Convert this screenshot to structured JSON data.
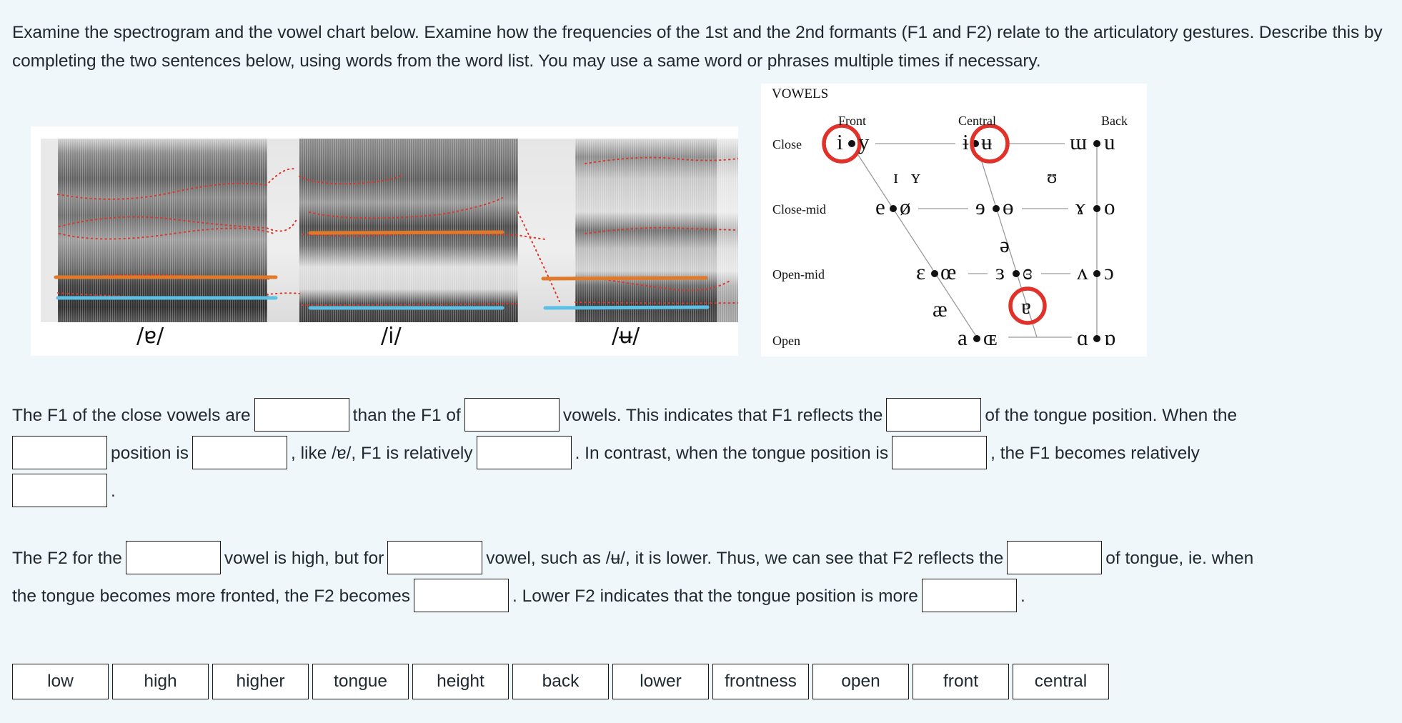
{
  "instructions": "Examine the spectrogram and the vowel chart below. Examine how the frequencies of the 1st and the 2nd formants (F1 and F2) relate to the articulatory gestures. Describe this by completing the two sentences below, using words from the word list. You may use a same word or phrases multiple times if necessary.",
  "spectrogram": {
    "labels": [
      "/ɐ/",
      "/i/",
      "/ʉ/"
    ],
    "colors": {
      "f1_line": "#5bc0e3",
      "f2_line": "#e07a2a",
      "formant_dots": "#d93a2e"
    }
  },
  "vowel_chart": {
    "title": "VOWELS",
    "columns": [
      "Front",
      "Central",
      "Back"
    ],
    "rows": [
      "Close",
      "Close-mid",
      "Open-mid",
      "Open"
    ],
    "highlight_color": "#e0322a",
    "highlighted": [
      "i",
      "ʉ",
      "ɐ"
    ],
    "symbols": {
      "close": [
        "i",
        "y",
        "ɨ",
        "ʉ",
        "ɯ",
        "u"
      ],
      "near_close": [
        "ɪ",
        "ʏ",
        "ʊ"
      ],
      "close_mid": [
        "e",
        "ø",
        "ɘ",
        "ɵ",
        "ɤ",
        "o"
      ],
      "mid": [
        "ə"
      ],
      "open_mid": [
        "ɛ",
        "œ",
        "ɜ",
        "ɞ",
        "ʌ",
        "ɔ"
      ],
      "near_open": [
        "æ",
        "ɐ"
      ],
      "open": [
        "a",
        "ɶ",
        "ɑ",
        "ɒ"
      ]
    }
  },
  "sentence1": {
    "parts": [
      "The F1 of the close vowels are",
      "than the F1 of",
      "vowels. This indicates that F1 reflects the",
      "of the tongue position. When the",
      "position is",
      ", like /ɐ/, F1 is relatively",
      ". In contrast, when the tongue position is",
      ", the F1 becomes relatively",
      "."
    ]
  },
  "sentence2": {
    "parts": [
      "The F2 for the",
      "vowel is high, but for",
      "vowel, such as /ʉ/, it is lower. Thus, we can see that F2 reflects the",
      "of tongue, ie. when",
      "the tongue becomes more fronted, the F2 becomes",
      ". Lower F2 indicates that the tongue position is more",
      "."
    ]
  },
  "word_bank": [
    "low",
    "high",
    "higher",
    "tongue",
    "height",
    "back",
    "lower",
    "frontness",
    "open",
    "front",
    "central"
  ]
}
